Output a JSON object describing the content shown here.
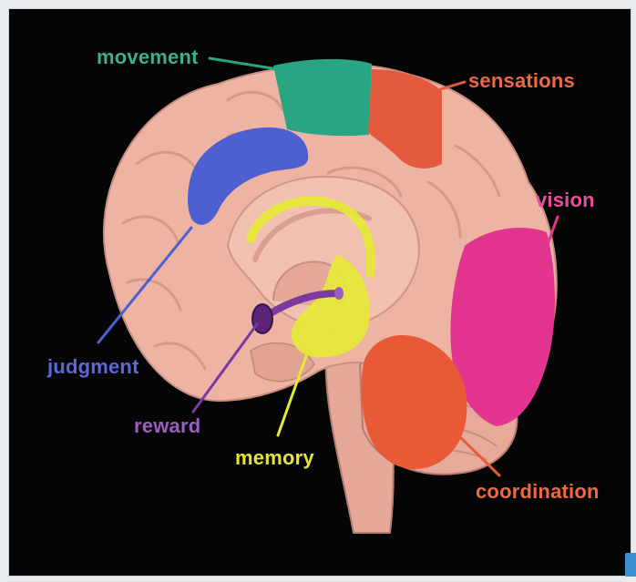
{
  "labels": {
    "movement": "movement",
    "sensations": "sensations",
    "vision": "vision",
    "judgment": "judgment",
    "reward": "reward",
    "memory": "memory",
    "coordination": "coordination"
  },
  "colors": {
    "background": "#050505",
    "brain": "#eab0a0",
    "brain_shadow": "#c88e80",
    "movement": "#2aa583",
    "sensations": "#e35a3f",
    "vision": "#e3358f",
    "judgment": "#4e5fd2",
    "reward": "#7a3aa0",
    "memory": "#e6e83a",
    "coordination": "#e85a36",
    "movement_label": "#3fae8c",
    "sensations_label": "#ea6a4a",
    "vision_label": "#e94f9d",
    "judgment_label": "#5a6ad8",
    "reward_label": "#9a5fbf",
    "memory_label": "#e8e23a",
    "coordination_label": "#ee6a45"
  }
}
